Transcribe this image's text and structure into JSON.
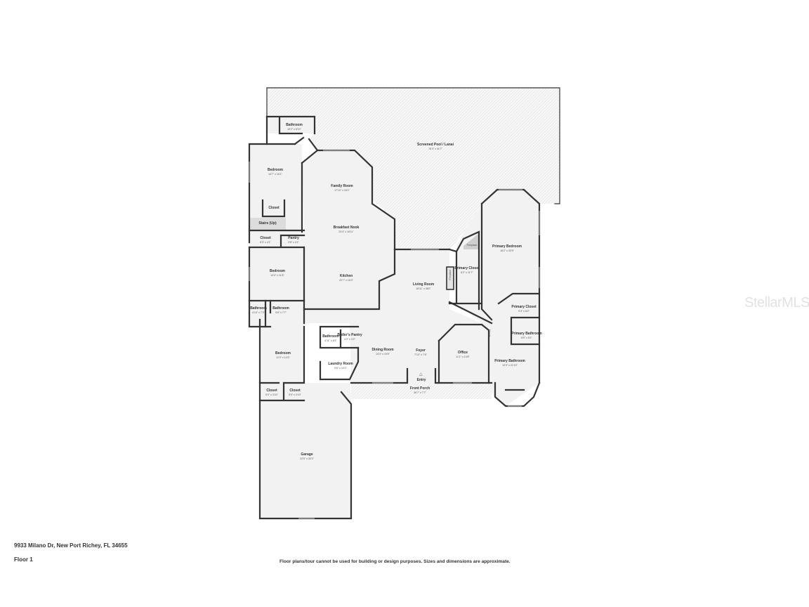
{
  "plan": {
    "address": "9933 Milano Dr, New Port Richey, FL 34655",
    "floor": "Floor 1",
    "disclaimer": "Floor plans/tour cannot be used for building or design purposes. Sizes and dimensions are approximate.",
    "watermark": "StellarMLS",
    "colors": {
      "wall": "#333333",
      "floor": "#f3f3f3",
      "hatch": "#d4d4d4",
      "stairs": "#dcdcdc"
    },
    "rooms": {
      "screened_pool": {
        "name": "Screened Pool / Lanai",
        "dim": "76'3\" x 41'7\""
      },
      "bathroom_top": {
        "name": "Bathroom",
        "dim": "10'2\" x 8'10\""
      },
      "bedroom_top": {
        "name": "Bedroom",
        "dim": "14'7\" x 16'1\""
      },
      "family_room": {
        "name": "Family Room",
        "dim": "17'10\" x 18'2\""
      },
      "closet_top": {
        "name": "Closet"
      },
      "stairs": {
        "name": "Stairs (Up)"
      },
      "breakfast_nook": {
        "name": "Breakfast Nook",
        "dim": "23'4\" x 16'11\""
      },
      "closet_mid": {
        "name": "Closet",
        "dim": "8'3\" x 4'1\""
      },
      "pantry": {
        "name": "Pantry",
        "dim": "3'8\" x 4'1\""
      },
      "bedroom_mid": {
        "name": "Bedroom",
        "dim": "14'4\" x 11'8\""
      },
      "kitchen": {
        "name": "Kitchen",
        "dim": "22'7\" x 16'3\""
      },
      "bathroom_left": {
        "name": "Bathroom",
        "dim": "4'10\" x 7'3\""
      },
      "bathroom_mid": {
        "name": "Bathroom",
        "dim": "5'8\" x 7'7\""
      },
      "living_room": {
        "name": "Living Room",
        "dim": "18'11\" x 38'2\""
      },
      "primary_bedroom": {
        "name": "Primary Bedroom",
        "dim": "18'2\" x 33'9\""
      },
      "fireplace_primary": {
        "name": "Fireplace"
      },
      "fireplace_living": {
        "name": "Fireplace"
      },
      "primary_closet_a": {
        "name": "Primary Closet",
        "dim": "6'2\" x 11'7\""
      },
      "primary_closet_b": {
        "name": "Primary Closet",
        "dim": "9'4\" x 8'2\""
      },
      "closet_small": {
        "name": "Closet"
      },
      "primary_bathroom_small": {
        "name": "Primary Bathroom",
        "dim": "6'9\" x 5'1\""
      },
      "primary_bathroom": {
        "name": "Primary Bathroom",
        "dim": "13'3\" x 21'10\""
      },
      "bathroom_kitchen": {
        "name": "Bathroom",
        "dim": "4'11\" x 6'3\""
      },
      "butlers_pantry": {
        "name": "Butler's Pantry",
        "dim": "4'3\" x 3'2\""
      },
      "bedroom_lower": {
        "name": "Bedroom",
        "dim": "11'0\" x 14'3\""
      },
      "dining_room": {
        "name": "Dining Room",
        "dim": "14'3\" x 19'5\""
      },
      "foyer": {
        "name": "Foyer",
        "dim": "7'10\" x 7'6\""
      },
      "office": {
        "name": "Office",
        "dim": "11'1\" x 14'8\""
      },
      "laundry_room": {
        "name": "Laundry Room",
        "dim": "9'6\" x 10'2\""
      },
      "entry": {
        "name": "Entry"
      },
      "front_porch": {
        "name": "Front Porch",
        "dim": "36'7\" x 7'7\""
      },
      "closet_low_a": {
        "name": "Closet",
        "dim": "5'0\" x 3'10\""
      },
      "closet_low_b": {
        "name": "Closet",
        "dim": "5'5\" x 3'10\""
      },
      "garage": {
        "name": "Garage",
        "dim": "23'5\" x 30'3\""
      }
    }
  }
}
